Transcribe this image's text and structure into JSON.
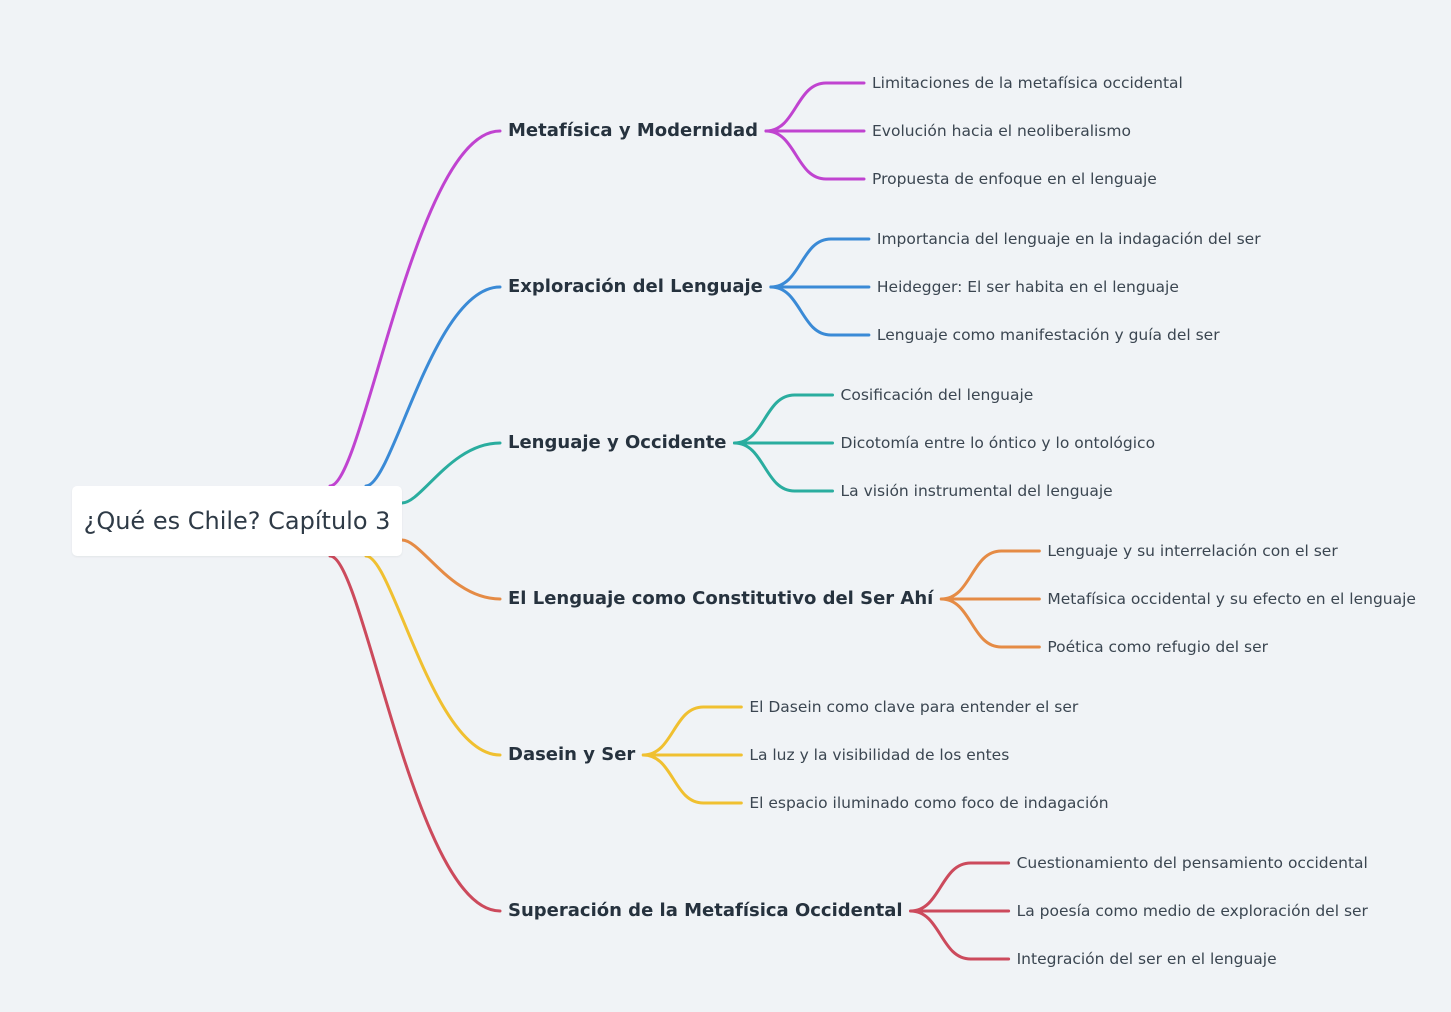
{
  "root": {
    "title": "¿Qué es Chile? Capítulo 3"
  },
  "branches": [
    {
      "label": "Metafísica y Modernidad",
      "color": "#c043d0",
      "children": [
        "Limitaciones de la metafísica occidental",
        "Evolución hacia el neoliberalismo",
        "Propuesta de enfoque en el lenguaje"
      ]
    },
    {
      "label": "Exploración del Lenguaje",
      "color": "#3a8ad6",
      "children": [
        "Importancia del lenguaje en la indagación del ser",
        "Heidegger: El ser habita en el lenguaje",
        "Lenguaje como manifestación y guía del ser"
      ]
    },
    {
      "label": "Lenguaje y Occidente",
      "color": "#2aad9f",
      "children": [
        "Cosificación del lenguaje",
        "Dicotomía entre lo óntico y lo ontológico",
        "La visión instrumental del lenguaje"
      ]
    },
    {
      "label": "El Lenguaje como Constitutivo del Ser Ahí",
      "color": "#e58b45",
      "children": [
        "Lenguaje y su interrelación con el ser",
        "Metafísica occidental y su efecto en el lenguaje",
        "Poética como refugio del ser"
      ]
    },
    {
      "label": "Dasein y Ser",
      "color": "#f0c030",
      "children": [
        "El Dasein como clave para entender el ser",
        "La luz y la visibilidad de los entes",
        "El espacio iluminado como foco de indagación"
      ]
    },
    {
      "label": "Superación de la Metafísica Occidental",
      "color": "#cc4a5c",
      "children": [
        "Cuestionamiento del pensamiento occidental",
        "La poesía como medio de exploración del ser",
        "Integración del ser en el lenguaje"
      ]
    }
  ]
}
